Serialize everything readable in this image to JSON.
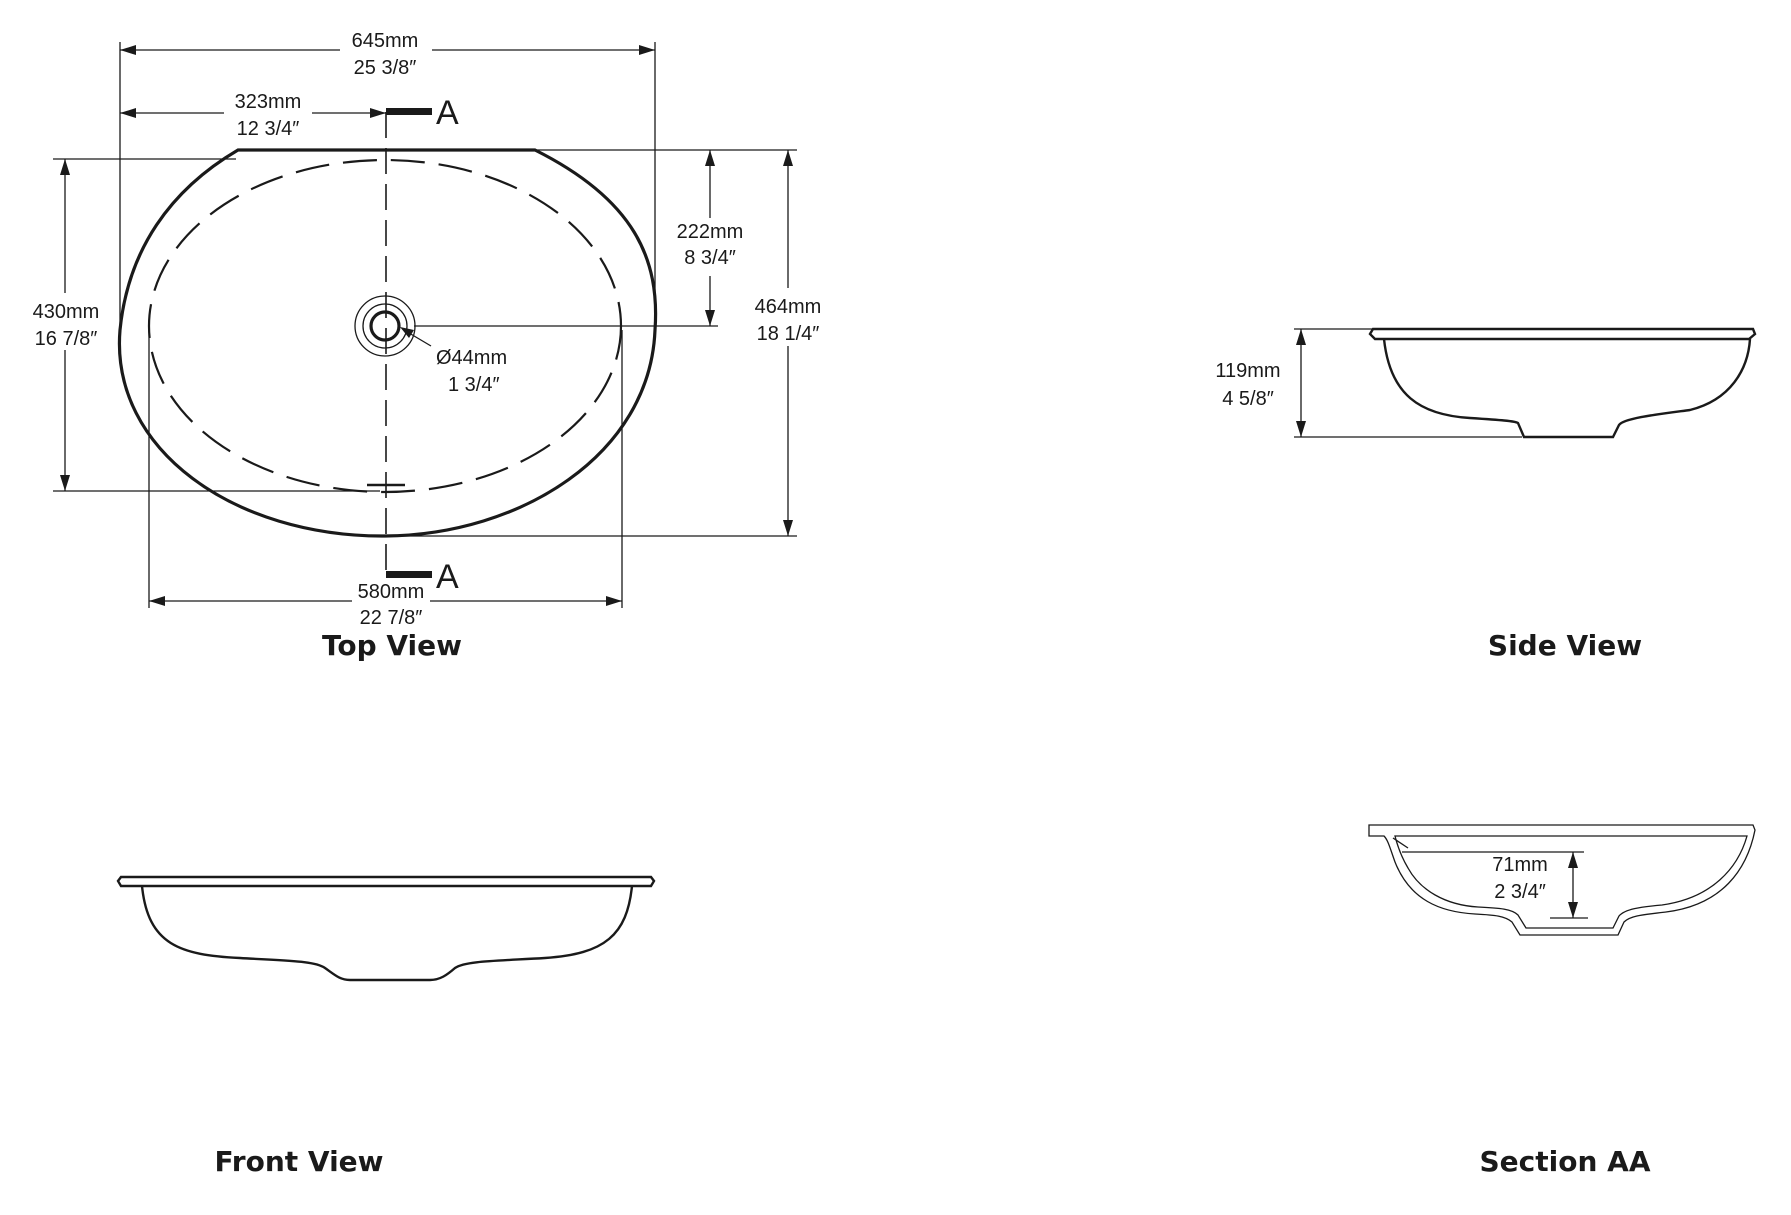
{
  "views": {
    "top": "Top View",
    "side": "Side View",
    "front": "Front View",
    "section": "Section AA"
  },
  "section_marker": "A",
  "dimensions": {
    "overall_width": {
      "mm": "645mm",
      "in": "25 3/8″"
    },
    "half_width": {
      "mm": "323mm",
      "in": "12 3/4″"
    },
    "bowl_width": {
      "mm": "580mm",
      "in": "22 7/8″"
    },
    "bowl_depth": {
      "mm": "430mm",
      "in": "16 7/8″"
    },
    "overall_depth": {
      "mm": "464mm",
      "in": "18 1/4″"
    },
    "drain_offset": {
      "mm": "222mm",
      "in": "8 3/4″"
    },
    "drain_diameter": {
      "mm": "Ø44mm",
      "in": "1 3/4″"
    },
    "height": {
      "mm": "119mm",
      "in": "4 5/8″"
    },
    "inner_depth": {
      "mm": "71mm",
      "in": "2 3/4″"
    }
  }
}
